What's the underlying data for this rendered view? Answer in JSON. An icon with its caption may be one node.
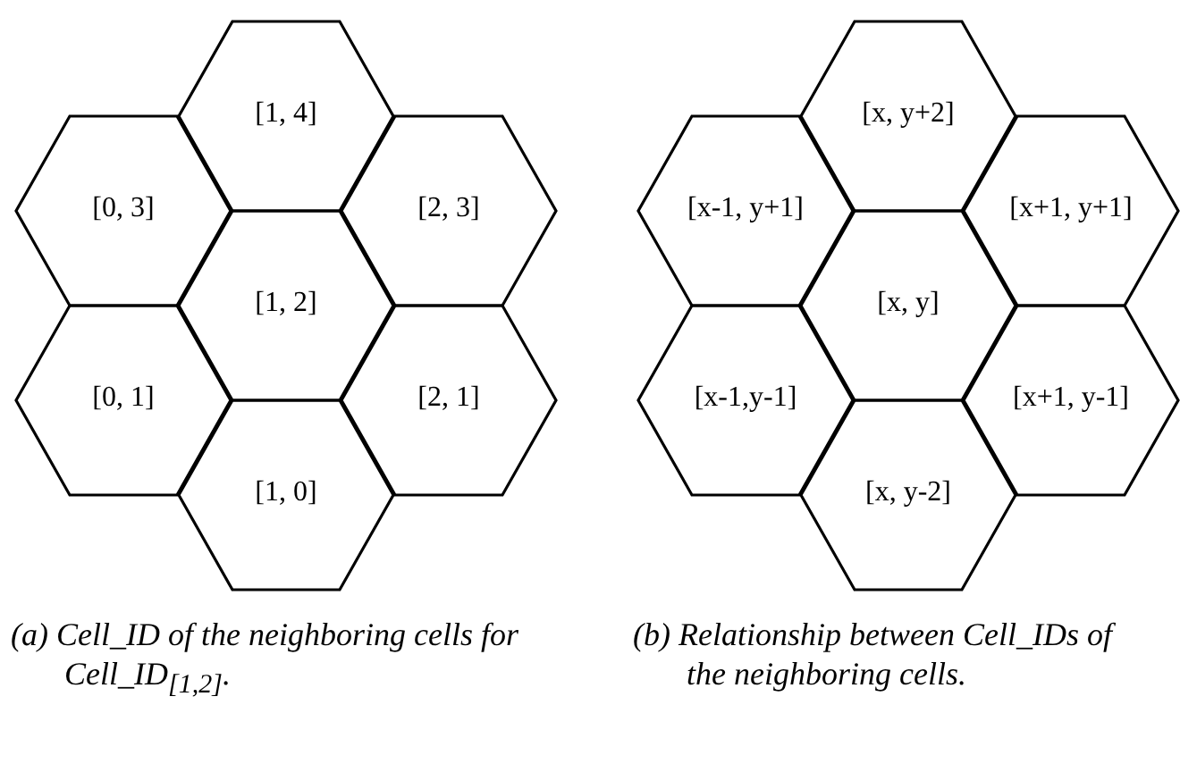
{
  "diagram": {
    "nodes": [
      {
        "text": [
          "[1, 4]"
        ]
      },
      {
        "text": [
          "[0, 3]"
        ]
      },
      {
        "text": [
          "[2, 3]"
        ]
      },
      {
        "text": [
          "[1, 2]"
        ]
      },
      {
        "text": [
          "[0, 1]"
        ]
      },
      {
        "text": [
          "[2, 1]"
        ]
      },
      {
        "text": [
          "[1, 0]"
        ]
      },
      {
        "text": [
          "[x, y+2]"
        ]
      },
      {
        "text": [
          "[x-1, y+1]"
        ]
      },
      {
        "text": [
          "[x+1, y+1]"
        ]
      },
      {
        "text": [
          "[x, y]"
        ]
      },
      {
        "text": [
          "[x-1,y-1]"
        ]
      },
      {
        "text": [
          "[x+1, y-1]"
        ]
      },
      {
        "text": [
          "[x, y-2]"
        ]
      }
    ],
    "edges": [],
    "labels": [
      "(a) Cell_ID of the neighboring cells for Cell_ID$_{[1,2]}$.",
      "(b) Relationship between Cell_IDs of the neighboring cells."
    ]
  }
}
